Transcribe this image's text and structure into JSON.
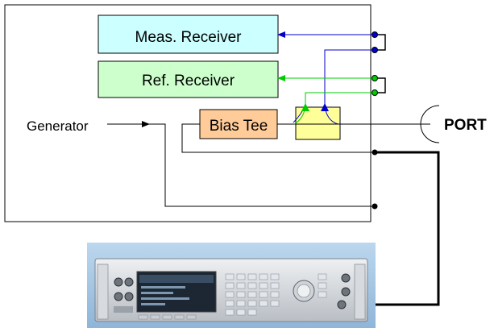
{
  "blocks": {
    "meas_receiver": "Meas. Receiver",
    "ref_receiver": "Ref. Receiver",
    "bias_tee": "Bias Tee"
  },
  "labels": {
    "generator": "Generator",
    "port": "PORT"
  },
  "colors": {
    "meas_path": "#0000cc",
    "ref_path": "#00cc00",
    "meas_box_fill": "#ccffff",
    "ref_box_fill": "#ccffcc",
    "bias_tee_fill": "#ffcc99",
    "coupler_fill": "#ffff99",
    "bias_line": "#000000"
  }
}
